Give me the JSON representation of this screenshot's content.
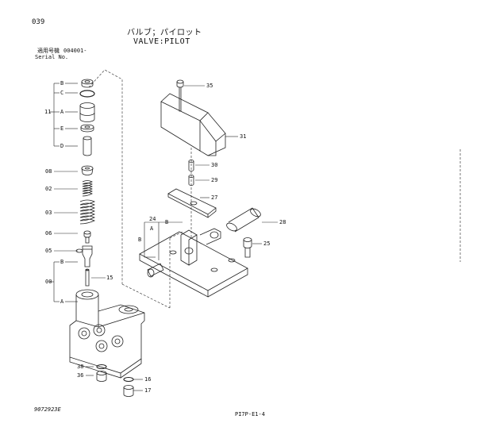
{
  "page_number": "039",
  "title_jp": "バルブ；パイロット",
  "title_en": "VALVE:PILOT",
  "applicable_models_label": "適用号機",
  "applicable_models_value": "004001-",
  "serial_label": "Serial No.",
  "drawing_number": "9072923E",
  "figure_code": "PI7P-E1-4",
  "part_labels": {
    "p11": "11",
    "p08": "08",
    "p02": "02",
    "p03": "03",
    "p06": "06",
    "p05": "05",
    "p00": "00",
    "p15": "15",
    "p38": "38",
    "p36": "36",
    "p16": "16",
    "p17": "17",
    "p35": "35",
    "p31": "31",
    "p30": "30",
    "p29": "29",
    "p27": "27",
    "p24": "24",
    "p28": "28",
    "p25": "25"
  },
  "sub_labels": {
    "b1": "B",
    "c1": "C",
    "a1": "A",
    "e1": "E",
    "d1": "D",
    "b2": "B",
    "a2": "A",
    "b3": "B",
    "a3": "A",
    "b4": "B"
  }
}
